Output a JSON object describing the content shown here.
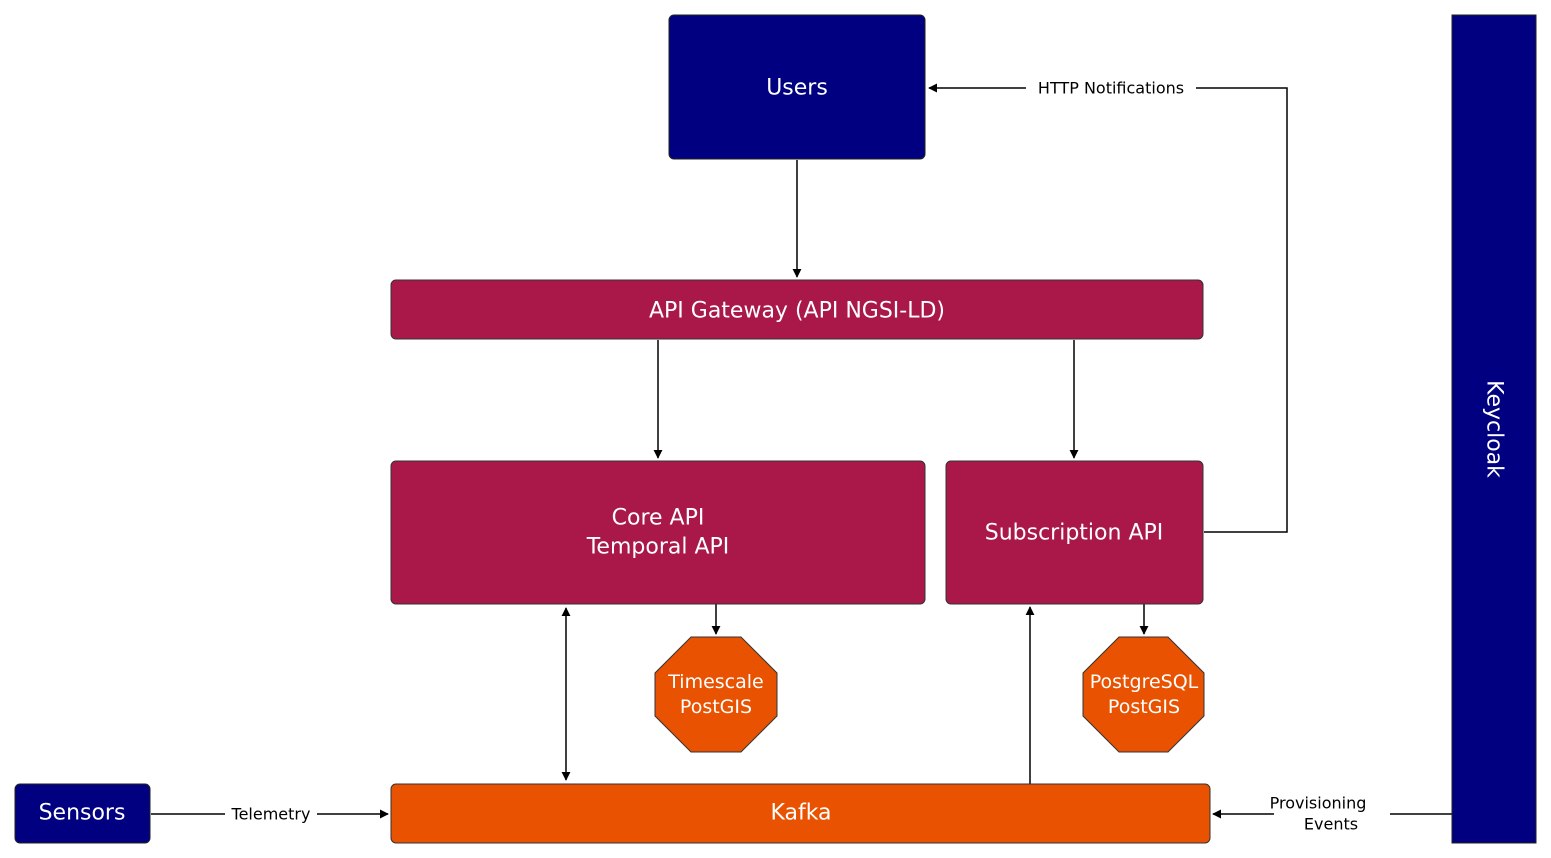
{
  "colors": {
    "navy": "#000080",
    "crimson": "#a91848",
    "orange": "#e85200",
    "edge": "#000000",
    "border": "#333333"
  },
  "nodes": {
    "users": "Users",
    "api_gateway": "API Gateway (API NGSI-LD)",
    "core_api": [
      "Core API",
      "Temporal API"
    ],
    "subscription_api": "Subscription API",
    "timescale_db": [
      "Timescale",
      "PostGIS"
    ],
    "postgres_db": [
      "PostgreSQL",
      "PostGIS"
    ],
    "kafka": "Kafka",
    "sensors": "Sensors",
    "keycloak": "Keycloak"
  },
  "edges": {
    "http_notifications": "HTTP Notifications",
    "telemetry": "Telemetry",
    "provisioning_events": [
      "Provisioning",
      "Events"
    ]
  }
}
